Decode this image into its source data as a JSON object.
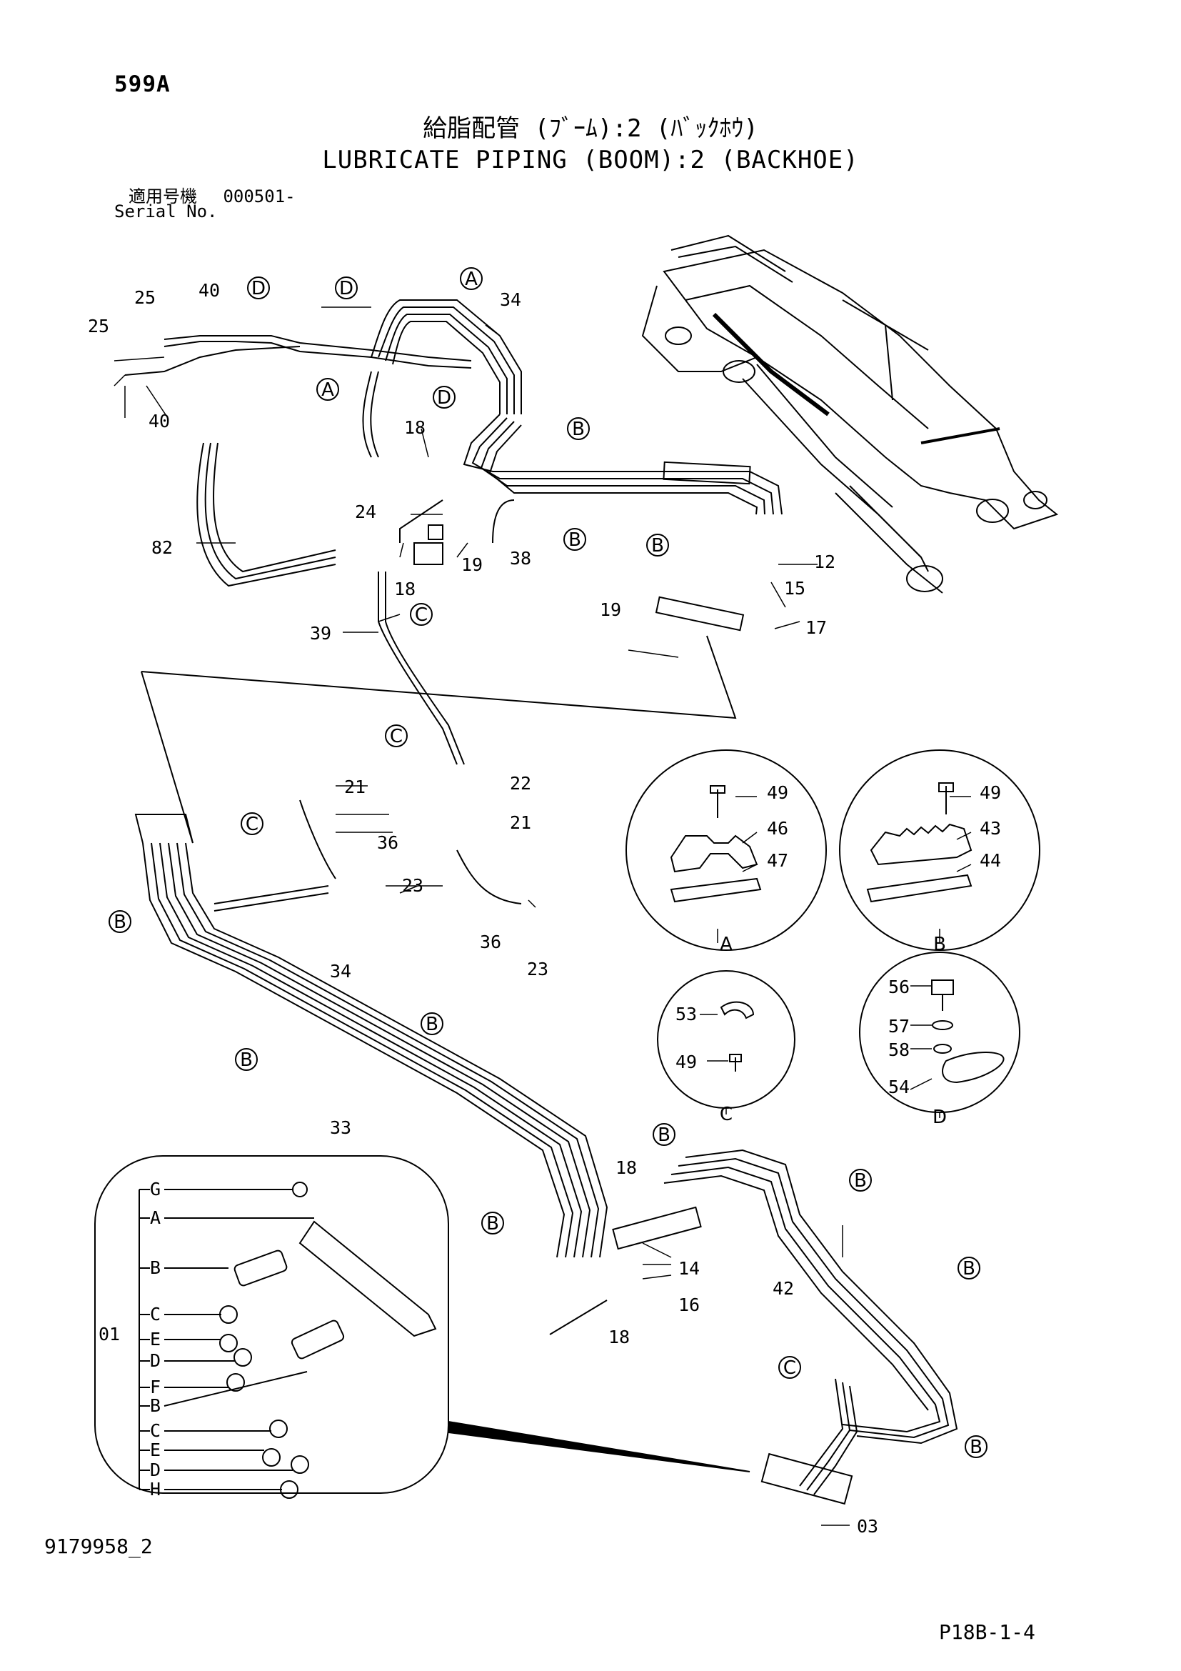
{
  "header": {
    "page_code": "599A",
    "title_jp": "給脂配管 (ﾌﾞｰﾑ):2 (ﾊﾞｯｸﾎｳ)",
    "title_en": "LUBRICATE PIPING (BOOM):2 (BACKHOE)",
    "serial_label_jp": "適用号機",
    "serial_value": "000501-",
    "serial_label_en": "Serial No."
  },
  "footer": {
    "drawing_no": "9179958_2",
    "page_ref": "P18B-1-4"
  },
  "part_labels": [
    "25",
    "25",
    "40",
    "40",
    "34",
    "18",
    "24",
    "82",
    "19",
    "38",
    "18",
    "12",
    "15",
    "19",
    "17",
    "39",
    "22",
    "21",
    "21",
    "36",
    "23",
    "36",
    "23",
    "49",
    "46",
    "47",
    "49",
    "43",
    "44",
    "56",
    "57",
    "58",
    "54",
    "53",
    "49",
    "34",
    "33",
    "18",
    "14",
    "16",
    "18",
    "42",
    "03",
    "01"
  ],
  "callouts": {
    "A": "A",
    "B": "B",
    "C": "C",
    "D": "D"
  },
  "inset_labels": [
    "G",
    "A",
    "B",
    "C",
    "E",
    "D",
    "F",
    "B",
    "C",
    "E",
    "D",
    "H"
  ],
  "detail_captions": [
    "A",
    "B",
    "C",
    "D"
  ]
}
